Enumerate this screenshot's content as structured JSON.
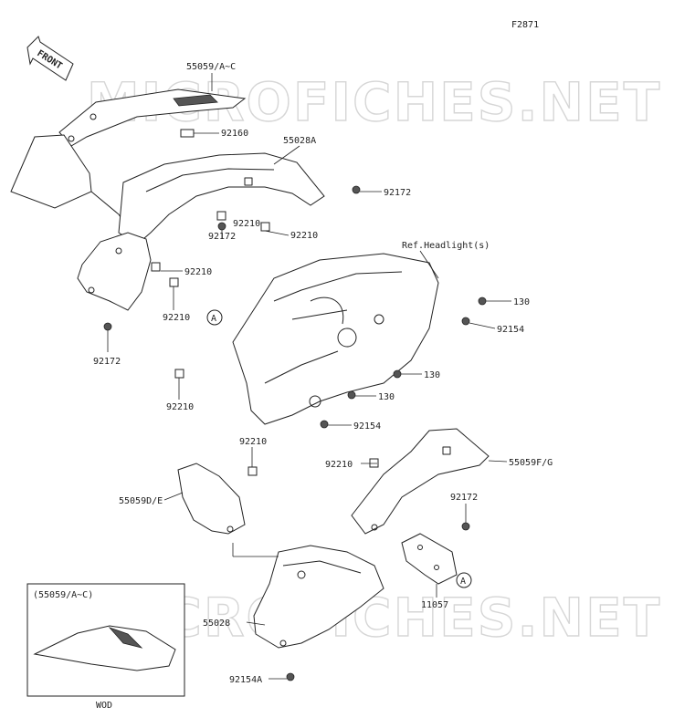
{
  "figure_code": "F2871",
  "front_badge": "FRONT",
  "watermark": "MICROFICHES.NET",
  "inset": {
    "title": "(55059/A~C)",
    "caption": "WOD"
  },
  "callouts": {
    "c_a_top": "A",
    "c_a_bottom": "A"
  },
  "labels": {
    "p55059ac": "55059/A~C",
    "p92160": "92160",
    "p55028a": "55028A",
    "p92172_a": "92172",
    "p92172_b": "92172",
    "p92172_c": "92172",
    "p92172_d": "92172",
    "p92210_a": "92210",
    "p92210_b": "92210",
    "p92210_c": "92210",
    "p92210_d": "92210",
    "p92210_e": "92210",
    "p92210_f": "92210",
    "p92210_g": "92210",
    "ref_headlight": "Ref.Headlight(s)",
    "p130_a": "130",
    "p130_b": "130",
    "p130_c": "130",
    "p92154_a": "92154",
    "p92154_b": "92154",
    "p55059fg": "55059F/G",
    "p55059de": "55059D/E",
    "p11057": "11057",
    "p55028": "55028",
    "p92154a": "92154A"
  }
}
